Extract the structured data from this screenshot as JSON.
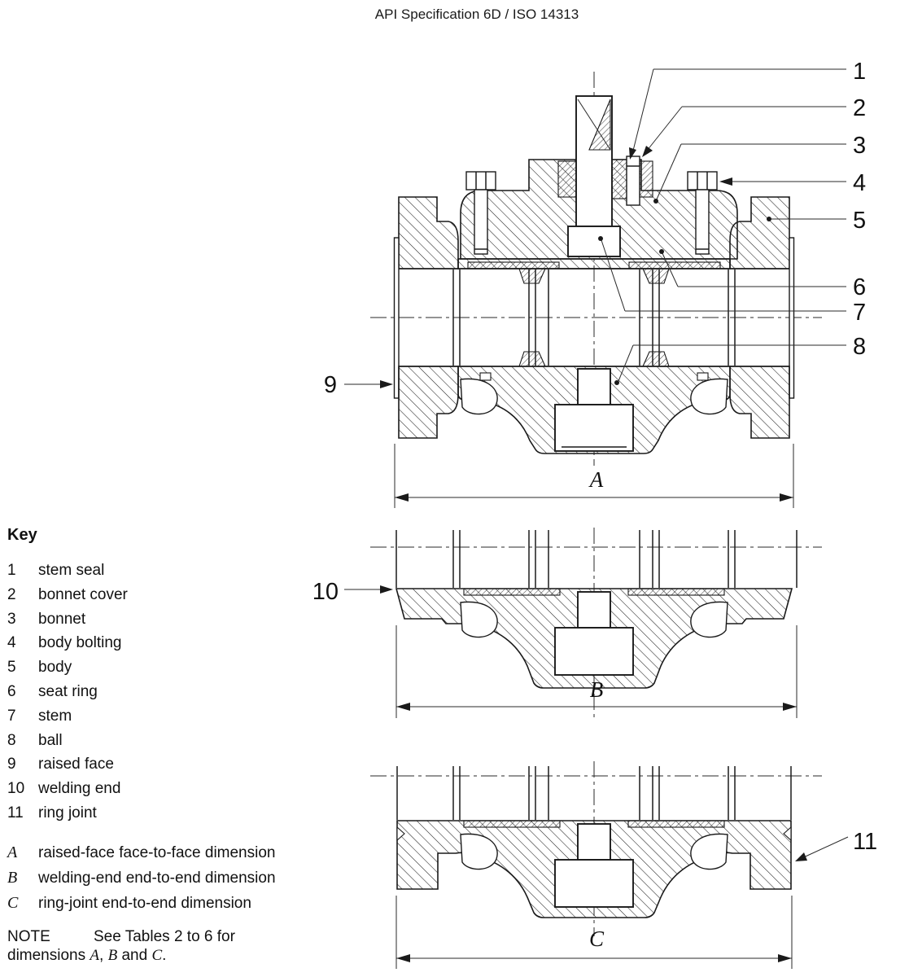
{
  "header": {
    "title": "API Specification 6D / ISO 14313"
  },
  "drawing": {
    "callouts": [
      "1",
      "2",
      "3",
      "4",
      "5",
      "6",
      "7",
      "8"
    ],
    "callout_9": "9",
    "callout_10": "10",
    "callout_11": "11",
    "dim_a": "A",
    "dim_b": "B",
    "dim_c": "C"
  },
  "key": {
    "title": "Key",
    "items": [
      {
        "num": "1",
        "label": "stem seal"
      },
      {
        "num": "2",
        "label": "bonnet cover"
      },
      {
        "num": "3",
        "label": "bonnet"
      },
      {
        "num": "4",
        "label": "body bolting"
      },
      {
        "num": "5",
        "label": "body"
      },
      {
        "num": "6",
        "label": "seat ring"
      },
      {
        "num": "7",
        "label": "stem"
      },
      {
        "num": "8",
        "label": "ball"
      },
      {
        "num": "9",
        "label": "raised face"
      },
      {
        "num": "10",
        "label": "welding end"
      },
      {
        "num": "11",
        "label": "ring joint"
      }
    ],
    "dims": [
      {
        "sym": "A",
        "label": "raised-face face-to-face dimension"
      },
      {
        "sym": "B",
        "label": "welding-end end-to-end dimension"
      },
      {
        "sym": "C",
        "label": "ring-joint end-to-end dimension"
      }
    ],
    "note": {
      "label": "NOTE",
      "text": "See Tables 2 to 6 for",
      "line2_pre": "dimensions ",
      "sym1": "A",
      "sep1": ", ",
      "sym2": "B",
      "sep2": " and ",
      "sym3": "C",
      "end": "."
    }
  }
}
